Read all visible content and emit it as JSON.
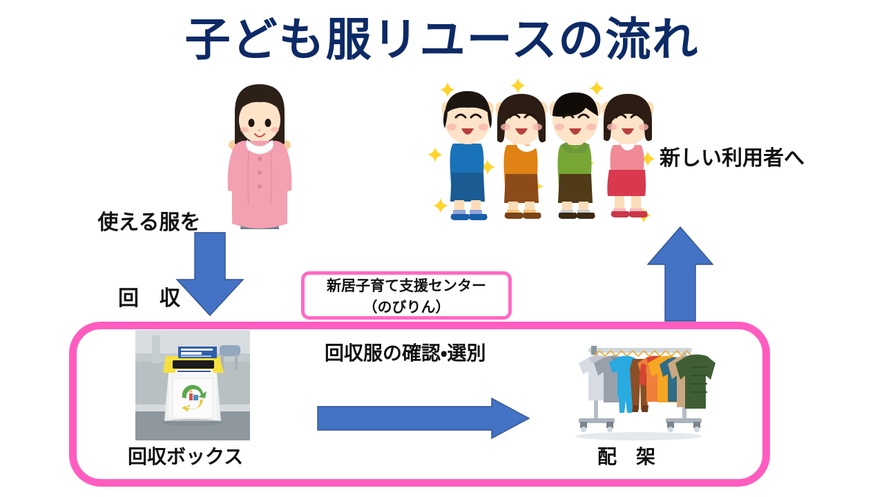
{
  "page": {
    "title": "子ども服リユースの流れ",
    "background": "#ffffff",
    "title_color": "#0d2a66"
  },
  "captions": {
    "collect_line1": "使える服を",
    "collect_line2": "回　収",
    "new_users": "新しい利用者へ",
    "sort_check": "回収服の確認・選別",
    "collection_box": "回収ボックス",
    "shelving": "配　架"
  },
  "center_label": {
    "line1": "新居子育て支援センター",
    "line2": "（のびりん）",
    "border_color": "#ff69c4"
  },
  "frame": {
    "border_color": "#ff5cc0"
  },
  "arrows": {
    "down": {
      "name": "arrow-down",
      "color": "#4472c4",
      "stroke": "#2f528f"
    },
    "right": {
      "name": "arrow-right",
      "color": "#4472c4",
      "stroke": "#2f528f"
    },
    "up": {
      "name": "arrow-up",
      "color": "#4472c4",
      "stroke": "#2f528f"
    }
  },
  "illustrations": {
    "woman": "woman-holding-pink-shirt-illustration",
    "kids": "four-cheering-children-illustration",
    "bin": "clothing-collection-box-photo",
    "rack": "clothing-rack-illustration"
  },
  "colors": {
    "navy": "#0d2a66",
    "pink": "#ff5cc0",
    "blue_arrow": "#4472c4",
    "sparkle_yellow": "#ffd42a"
  }
}
